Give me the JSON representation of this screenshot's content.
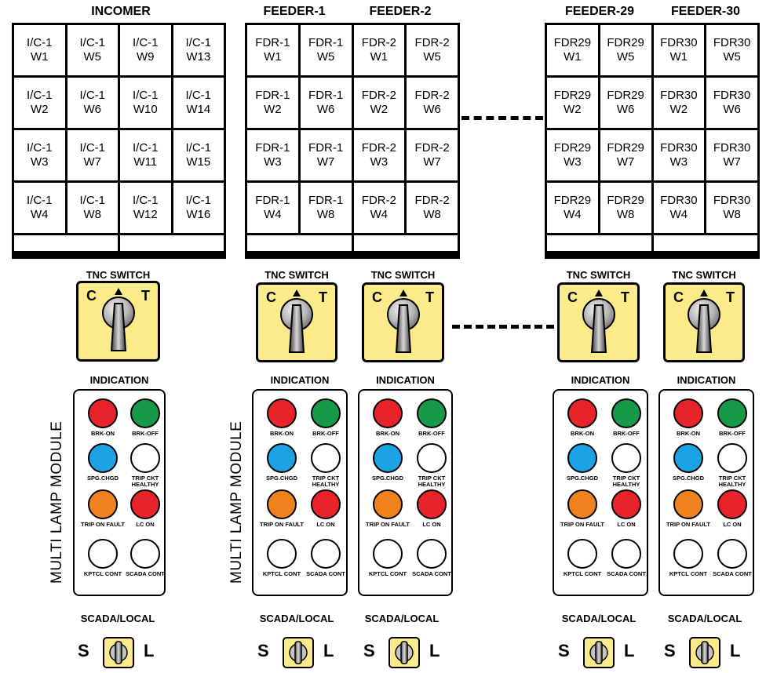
{
  "headers": {
    "incomer": "INCOMER",
    "feeder1": "FEEDER-1",
    "feeder2": "FEEDER-2",
    "feeder29": "FEEDER-29",
    "feeder30": "FEEDER-30"
  },
  "grids": {
    "incomer": [
      [
        [
          "I/C-1",
          "W1"
        ],
        [
          "I/C-1",
          "W5"
        ],
        [
          "I/C-1",
          "W9"
        ],
        [
          "I/C-1",
          "W13"
        ]
      ],
      [
        [
          "I/C-1",
          "W2"
        ],
        [
          "I/C-1",
          "W6"
        ],
        [
          "I/C-1",
          "W10"
        ],
        [
          "I/C-1",
          "W14"
        ]
      ],
      [
        [
          "I/C-1",
          "W3"
        ],
        [
          "I/C-1",
          "W7"
        ],
        [
          "I/C-1",
          "W11"
        ],
        [
          "I/C-1",
          "W15"
        ]
      ],
      [
        [
          "I/C-1",
          "W4"
        ],
        [
          "I/C-1",
          "W8"
        ],
        [
          "I/C-1",
          "W12"
        ],
        [
          "I/C-1",
          "W16"
        ]
      ]
    ],
    "feeders_1_2": [
      [
        [
          "FDR-1",
          "W1"
        ],
        [
          "FDR-1",
          "W5"
        ],
        [
          "FDR-2",
          "W1"
        ],
        [
          "FDR-2",
          "W5"
        ]
      ],
      [
        [
          "FDR-1",
          "W2"
        ],
        [
          "FDR-1",
          "W6"
        ],
        [
          "FDR-2",
          "W2"
        ],
        [
          "FDR-2",
          "W6"
        ]
      ],
      [
        [
          "FDR-1",
          "W3"
        ],
        [
          "FDR-1",
          "W7"
        ],
        [
          "FDR-2",
          "W3"
        ],
        [
          "FDR-2",
          "W7"
        ]
      ],
      [
        [
          "FDR-1",
          "W4"
        ],
        [
          "FDR-1",
          "W8"
        ],
        [
          "FDR-2",
          "W4"
        ],
        [
          "FDR-2",
          "W8"
        ]
      ]
    ],
    "feeders_29_30": [
      [
        [
          "FDR29",
          "W1"
        ],
        [
          "FDR29",
          "W5"
        ],
        [
          "FDR30",
          "W1"
        ],
        [
          "FDR30",
          "W5"
        ]
      ],
      [
        [
          "FDR29",
          "W2"
        ],
        [
          "FDR29",
          "W6"
        ],
        [
          "FDR30",
          "W2"
        ],
        [
          "FDR30",
          "W6"
        ]
      ],
      [
        [
          "FDR29",
          "W3"
        ],
        [
          "FDR29",
          "W7"
        ],
        [
          "FDR30",
          "W3"
        ],
        [
          "FDR30",
          "W7"
        ]
      ],
      [
        [
          "FDR29",
          "W4"
        ],
        [
          "FDR29",
          "W8"
        ],
        [
          "FDR30",
          "W4"
        ],
        [
          "FDR30",
          "W8"
        ]
      ]
    ]
  },
  "tnc": {
    "title": "TNC SWITCH",
    "left": "C",
    "right": "T",
    "box_color": "#fbeb8a"
  },
  "indication": {
    "title": "INDICATION",
    "side_label": "MULTI LAMP MODULE",
    "lamps": [
      {
        "label": "BRK-ON",
        "color": "#e8242a"
      },
      {
        "label": "BRK-OFF",
        "color": "#17994a"
      },
      {
        "label": "SPG.CHGD",
        "color": "#1ba3e6"
      },
      {
        "label": "TRIP CKT HEALTHY",
        "color": "#ffffff"
      },
      {
        "label": "TRIP ON FAULT",
        "color": "#f0821e"
      },
      {
        "label": "LC ON",
        "color": "#e8242a"
      },
      {
        "label": "KPTCL CONT",
        "color": "#ffffff"
      },
      {
        "label": "SCADA CONT",
        "color": "#ffffff"
      }
    ]
  },
  "scada_local": {
    "title": "SCADA/LOCAL",
    "left": "S",
    "right": "L"
  }
}
